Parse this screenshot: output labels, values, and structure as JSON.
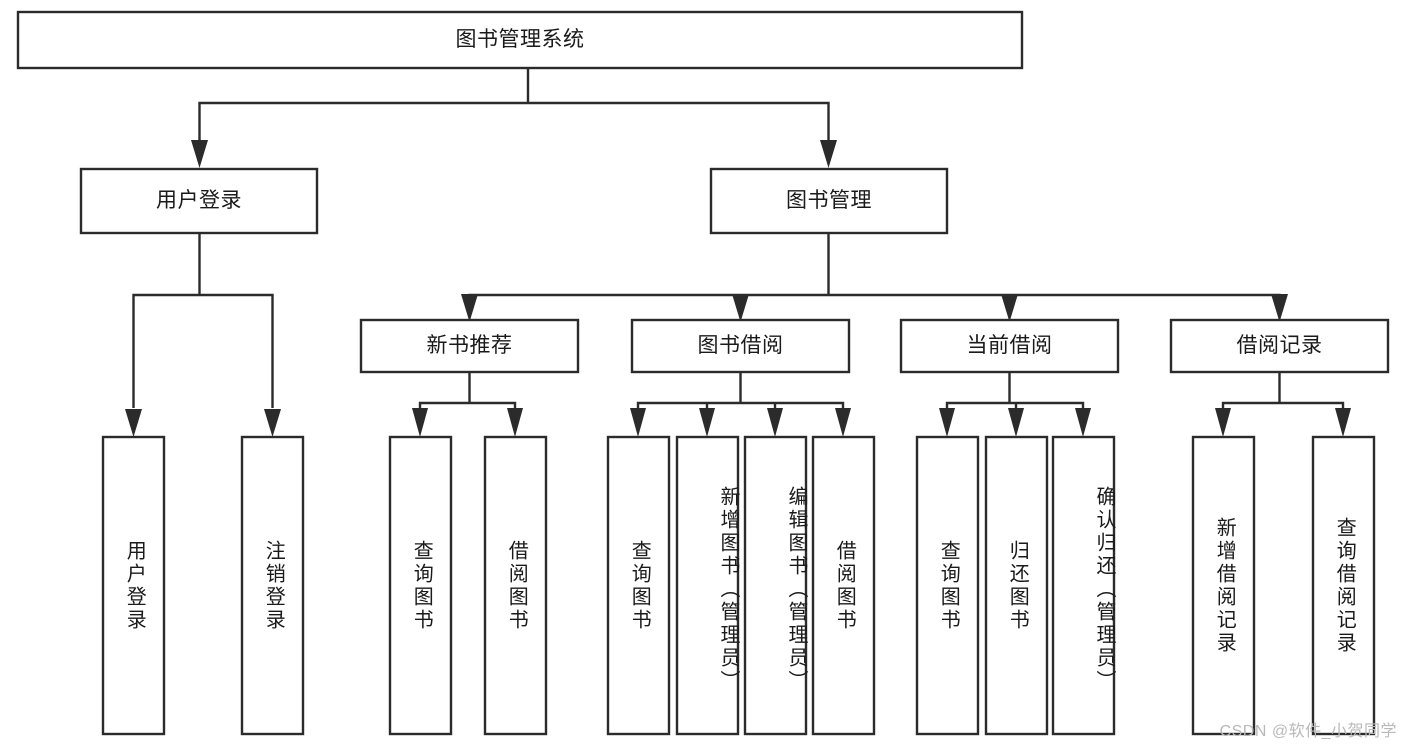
{
  "diagram": {
    "title": "图书管理系统",
    "type": "tree-hierarchy-diagram",
    "colors": {
      "stroke": "#2b2b2b",
      "box_fill": "#ffffff",
      "text": "#1a1a1a",
      "background": "#ffffff",
      "watermark": "#b9b9b9"
    },
    "root": {
      "label": "图书管理系统"
    },
    "level2": [
      {
        "label": "用户登录"
      },
      {
        "label": "图书管理"
      }
    ],
    "level3": [
      {
        "label": "新书推荐"
      },
      {
        "label": "图书借阅"
      },
      {
        "label": "当前借阅"
      },
      {
        "label": "借阅记录"
      }
    ],
    "leaves": {
      "user_login": [
        {
          "label": "用户登录"
        },
        {
          "label": "注销登录"
        }
      ],
      "new_book_recommend": [
        {
          "label": "查询图书"
        },
        {
          "label": "借阅图书"
        }
      ],
      "book_borrow": [
        {
          "label": "查询图书"
        },
        {
          "label": "新增图书（管理员）"
        },
        {
          "label": "编辑图书（管理员）"
        },
        {
          "label": "借阅图书"
        }
      ],
      "current_borrow": [
        {
          "label": "查询图书"
        },
        {
          "label": "归还图书"
        },
        {
          "label": "确认归还（管理员）"
        }
      ],
      "borrow_record": [
        {
          "label": "新增借阅记录"
        },
        {
          "label": "查询借阅记录"
        }
      ]
    }
  },
  "watermark": {
    "text": "CSDN @软件_小贺同学"
  }
}
